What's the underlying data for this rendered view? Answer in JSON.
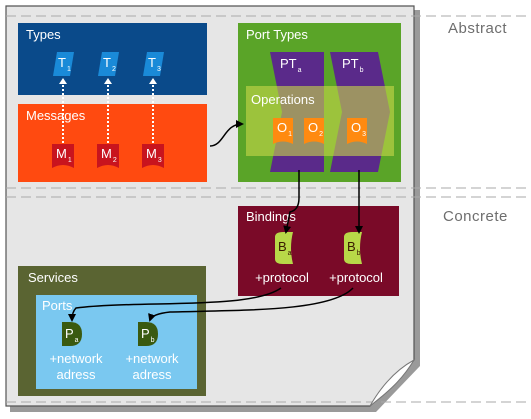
{
  "layers": {
    "abstract": "Abstract",
    "concrete": "Concrete"
  },
  "types": {
    "title": "Types",
    "items": [
      {
        "letter": "T",
        "sub": "1"
      },
      {
        "letter": "T",
        "sub": "2"
      },
      {
        "letter": "T",
        "sub": "3"
      }
    ]
  },
  "messages": {
    "title": "Messages",
    "items": [
      {
        "letter": "M",
        "sub": "1"
      },
      {
        "letter": "M",
        "sub": "2"
      },
      {
        "letter": "M",
        "sub": "3"
      }
    ]
  },
  "port_types": {
    "title": "Port Types",
    "items": [
      {
        "letter": "PT",
        "sub": "a"
      },
      {
        "letter": "PT",
        "sub": "b"
      }
    ],
    "operations": {
      "title": "Operations",
      "items": [
        {
          "letter": "O",
          "sub": "1"
        },
        {
          "letter": "O",
          "sub": "2"
        },
        {
          "letter": "O",
          "sub": "3"
        }
      ]
    }
  },
  "bindings": {
    "title": "Bindings",
    "items": [
      {
        "letter": "B",
        "sub": "a",
        "label": "+protocol"
      },
      {
        "letter": "B",
        "sub": "b",
        "label": "+protocol"
      }
    ]
  },
  "services": {
    "title": "Services",
    "ports": {
      "title": "Ports",
      "items": [
        {
          "letter": "P",
          "sub": "a",
          "label_line1": "+network",
          "label_line2": "adress"
        },
        {
          "letter": "P",
          "sub": "b",
          "label_line1": "+network",
          "label_line2": "adress"
        }
      ]
    }
  },
  "colors": {
    "types_bg": "#0a4a8a",
    "messages_bg": "#ff4a10",
    "port_types_bg": "#5aa428",
    "port_type_shape": "#5a2a8a",
    "operations_bg": "#b8d040",
    "op_shape": "#ff8a10",
    "bindings_bg": "#7a0a28",
    "binding_shape": "#b8d848",
    "services_bg": "#5a6432",
    "ports_bg": "#7ac8f0",
    "port_shape": "#3a5a10",
    "message_shape": "#c8141e",
    "type_shape": "#1a8ad8"
  }
}
